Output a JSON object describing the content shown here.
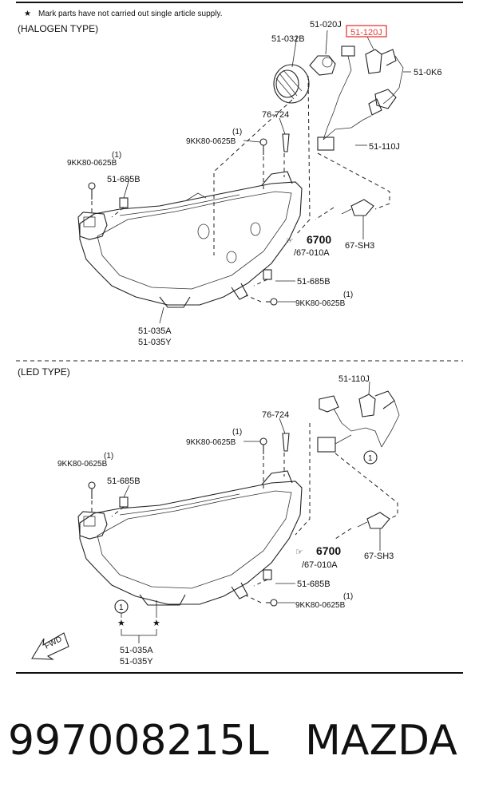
{
  "note": "Mark parts have not carried out single article supply.",
  "sections": {
    "halogen": "(HALOGEN TYPE)",
    "led": "(LED TYPE)"
  },
  "halogen_labels": {
    "p51_020J": "51-020J",
    "p51_120J": "51-120J",
    "p51_032B": "51-032B",
    "p51_0K6": "51-0K6",
    "p76_724": "76-724",
    "p9KK_top_qty": "(1)",
    "p9KK_top": "9KK80-0625B",
    "p51_110J": "51-110J",
    "p9KK_left_qty": "(1)",
    "p9KK_left": "9KK80-0625B",
    "p51_685B_left": "51-685B",
    "p6700": "6700",
    "p67_010A": "/67-010A",
    "p67_SH3": "67-SH3",
    "p51_685B_right": "51-685B",
    "p9KK_bot_qty": "(1)",
    "p9KK_bot": "9KK80-0625B",
    "p51_035A": "51-035A",
    "p51_035Y": "51-035Y"
  },
  "led_labels": {
    "p51_110J": "51-110J",
    "p76_724": "76-724",
    "p9KK_top_qty": "(1)",
    "p9KK_top": "9KK80-0625B",
    "p9KK_left_qty": "(1)",
    "p9KK_left": "9KK80-0625B",
    "p51_685B_left": "51-685B",
    "p6700": "6700",
    "p67_010A": "/67-010A",
    "p67_SH3": "67-SH3",
    "p51_685B_right": "51-685B",
    "p9KK_bot_qty": "(1)",
    "p9KK_bot": "9KK80-0625B",
    "circle_1": "1",
    "circle_2": "1",
    "p51_035A": "51-035A",
    "p51_035Y": "51-035Y",
    "fwd": "FWD"
  },
  "highlight_color": "#e53935",
  "footer": {
    "part_number": "997008215L",
    "brand": "MAZDA"
  }
}
